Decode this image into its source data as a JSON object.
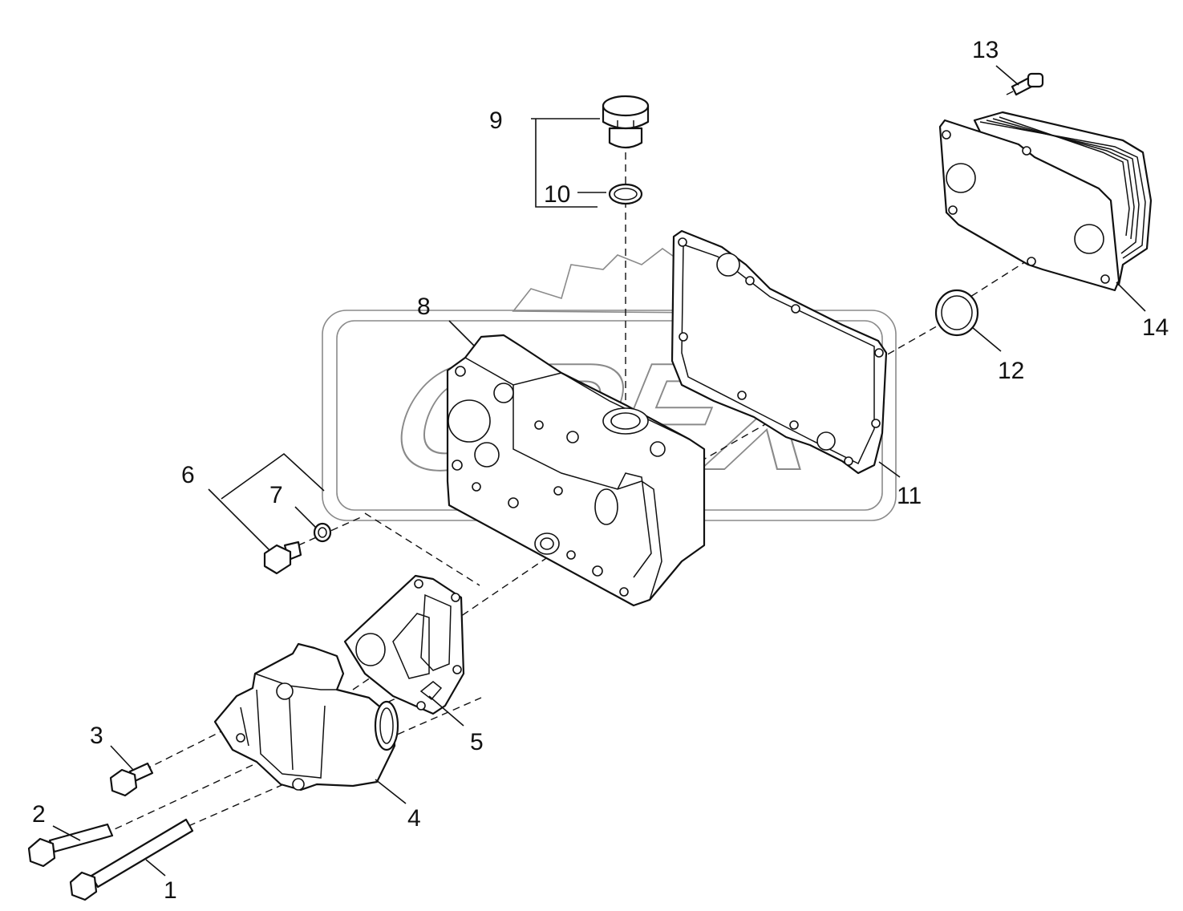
{
  "watermark": {
    "text": "OPEX"
  },
  "callouts": [
    {
      "id": "1",
      "label": "1"
    },
    {
      "id": "2",
      "label": "2"
    },
    {
      "id": "3",
      "label": "3"
    },
    {
      "id": "4",
      "label": "4"
    },
    {
      "id": "5",
      "label": "5"
    },
    {
      "id": "6",
      "label": "6"
    },
    {
      "id": "7",
      "label": "7"
    },
    {
      "id": "8",
      "label": "8"
    },
    {
      "id": "9",
      "label": "9"
    },
    {
      "id": "10",
      "label": "10"
    },
    {
      "id": "11",
      "label": "11"
    },
    {
      "id": "12",
      "label": "12"
    },
    {
      "id": "13",
      "label": "13"
    },
    {
      "id": "14",
      "label": "14"
    }
  ]
}
